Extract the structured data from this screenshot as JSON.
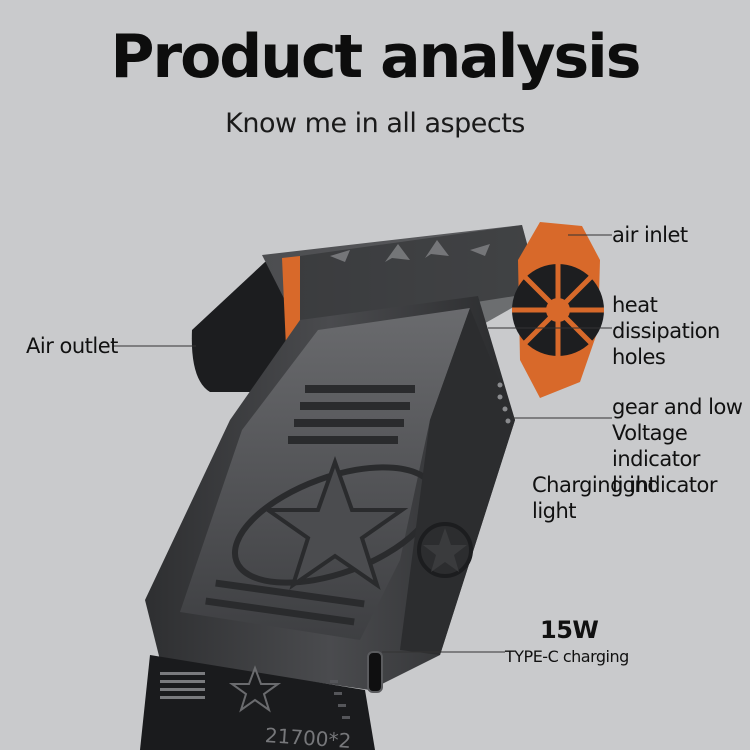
{
  "header": {
    "title": "Product analysis",
    "subtitle": "Know me in all aspects"
  },
  "labels": {
    "air_inlet": "air inlet",
    "heat_line1": "heat",
    "heat_line2": "dissipation",
    "heat_line3": "holes",
    "air_outlet": "Air outlet",
    "gear_line1": "gear and low",
    "gear_line2": "Voltage",
    "gear_line3": "indicator light",
    "charging_light": "Charging indicator light",
    "power": "15W",
    "charging": "TYPE-C charging"
  },
  "product": {
    "battery_marking": "21700*2"
  },
  "colors": {
    "background": "#c9cacc",
    "body": "#3c3d40",
    "accent_orange": "#d8692a",
    "text": "#111111"
  }
}
